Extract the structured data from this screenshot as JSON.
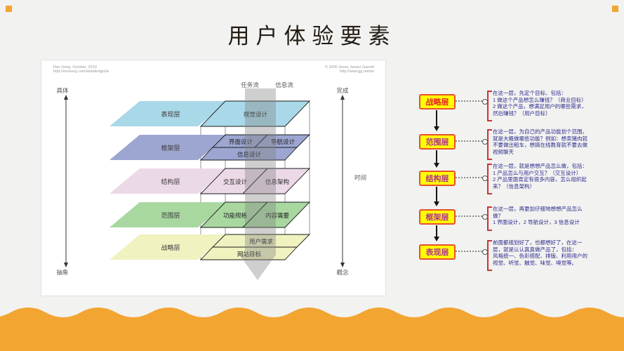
{
  "page": {
    "title": "用户体验要素",
    "background": "#F2F2F0",
    "accent_orange": "#F3A532"
  },
  "diagram": {
    "credit_left_line1": "Rex Song, October, 2010",
    "credit_left_line2": "http://rexsong.com/webdesign/ia",
    "credit_right_line1": "© 2000 Jesse James Garrett",
    "credit_right_line2": "http://www.jjg.net/ia/",
    "axis": {
      "top_left": "具体",
      "bottom_left": "抽象",
      "top_right": "完成",
      "bottom_right": "概念",
      "time": "时间",
      "task_flow": "任务流",
      "info_flow": "信息流"
    },
    "layers": [
      {
        "name": "表现层",
        "color": "#A9D8E8",
        "cells": [
          "视觉设计"
        ]
      },
      {
        "name": "框架层",
        "color": "#9CA6D1",
        "cells": [
          "界面设计",
          "导航设计",
          "信息设计"
        ]
      },
      {
        "name": "结构层",
        "color": "#ECD9E8",
        "cells": [
          "交互设计",
          "信息架构"
        ]
      },
      {
        "name": "范围层",
        "color": "#A8D8A0",
        "cells": [
          "功能规格",
          "内容需要"
        ]
      },
      {
        "name": "战略层",
        "color": "#F0F2C0",
        "cells": [
          "用户需求",
          "网站目标"
        ]
      }
    ]
  },
  "flowchart": {
    "box_fill": "#FFFF00",
    "box_border": "#E8502E",
    "note_color": "#2B2B8F",
    "bracket_color": "#CC3333",
    "steps": [
      {
        "label": "战略层",
        "label_color": "#E02424",
        "note": "在这一层，先定个目标、包括：\n1 做这个产品想怎么赚钱？（商业目标）\n2 做这个产品，想满足用户的哪些需求，\n然后赚钱？（用户目标）"
      },
      {
        "label": "范围层",
        "label_color": "#B03095",
        "note": "在这一层，为自己的产品功能划个范围，\n就是大概做哪些功能？例如：想卖猪肉就\n不要做出租车，想搞在线教育就不要去做\n视频聊天"
      },
      {
        "label": "结构层",
        "label_color": "#B03095",
        "note": "在这一层，就是想想产品怎么做，包括：\n1 产品怎么与用户交互？（交互设计）\n2 产品里面肯定有很多内容，怎么组织起\n来？（信息架构）"
      },
      {
        "label": "框架层",
        "label_color": "#B03095",
        "note": "在这一层，再更加仔细地想想产品怎么\n做？\n1 界面设计，2 导航设计，3 信息设计"
      },
      {
        "label": "表现层",
        "label_color": "#B03095",
        "note": "前面都规划好了，也都想好了，在这一\n层，就是认认真真做产品了，包括：\n风格统一、色彩搭配、排版、利用用户的\n视觉、听觉、触觉、味觉、嗅觉等。"
      }
    ]
  }
}
